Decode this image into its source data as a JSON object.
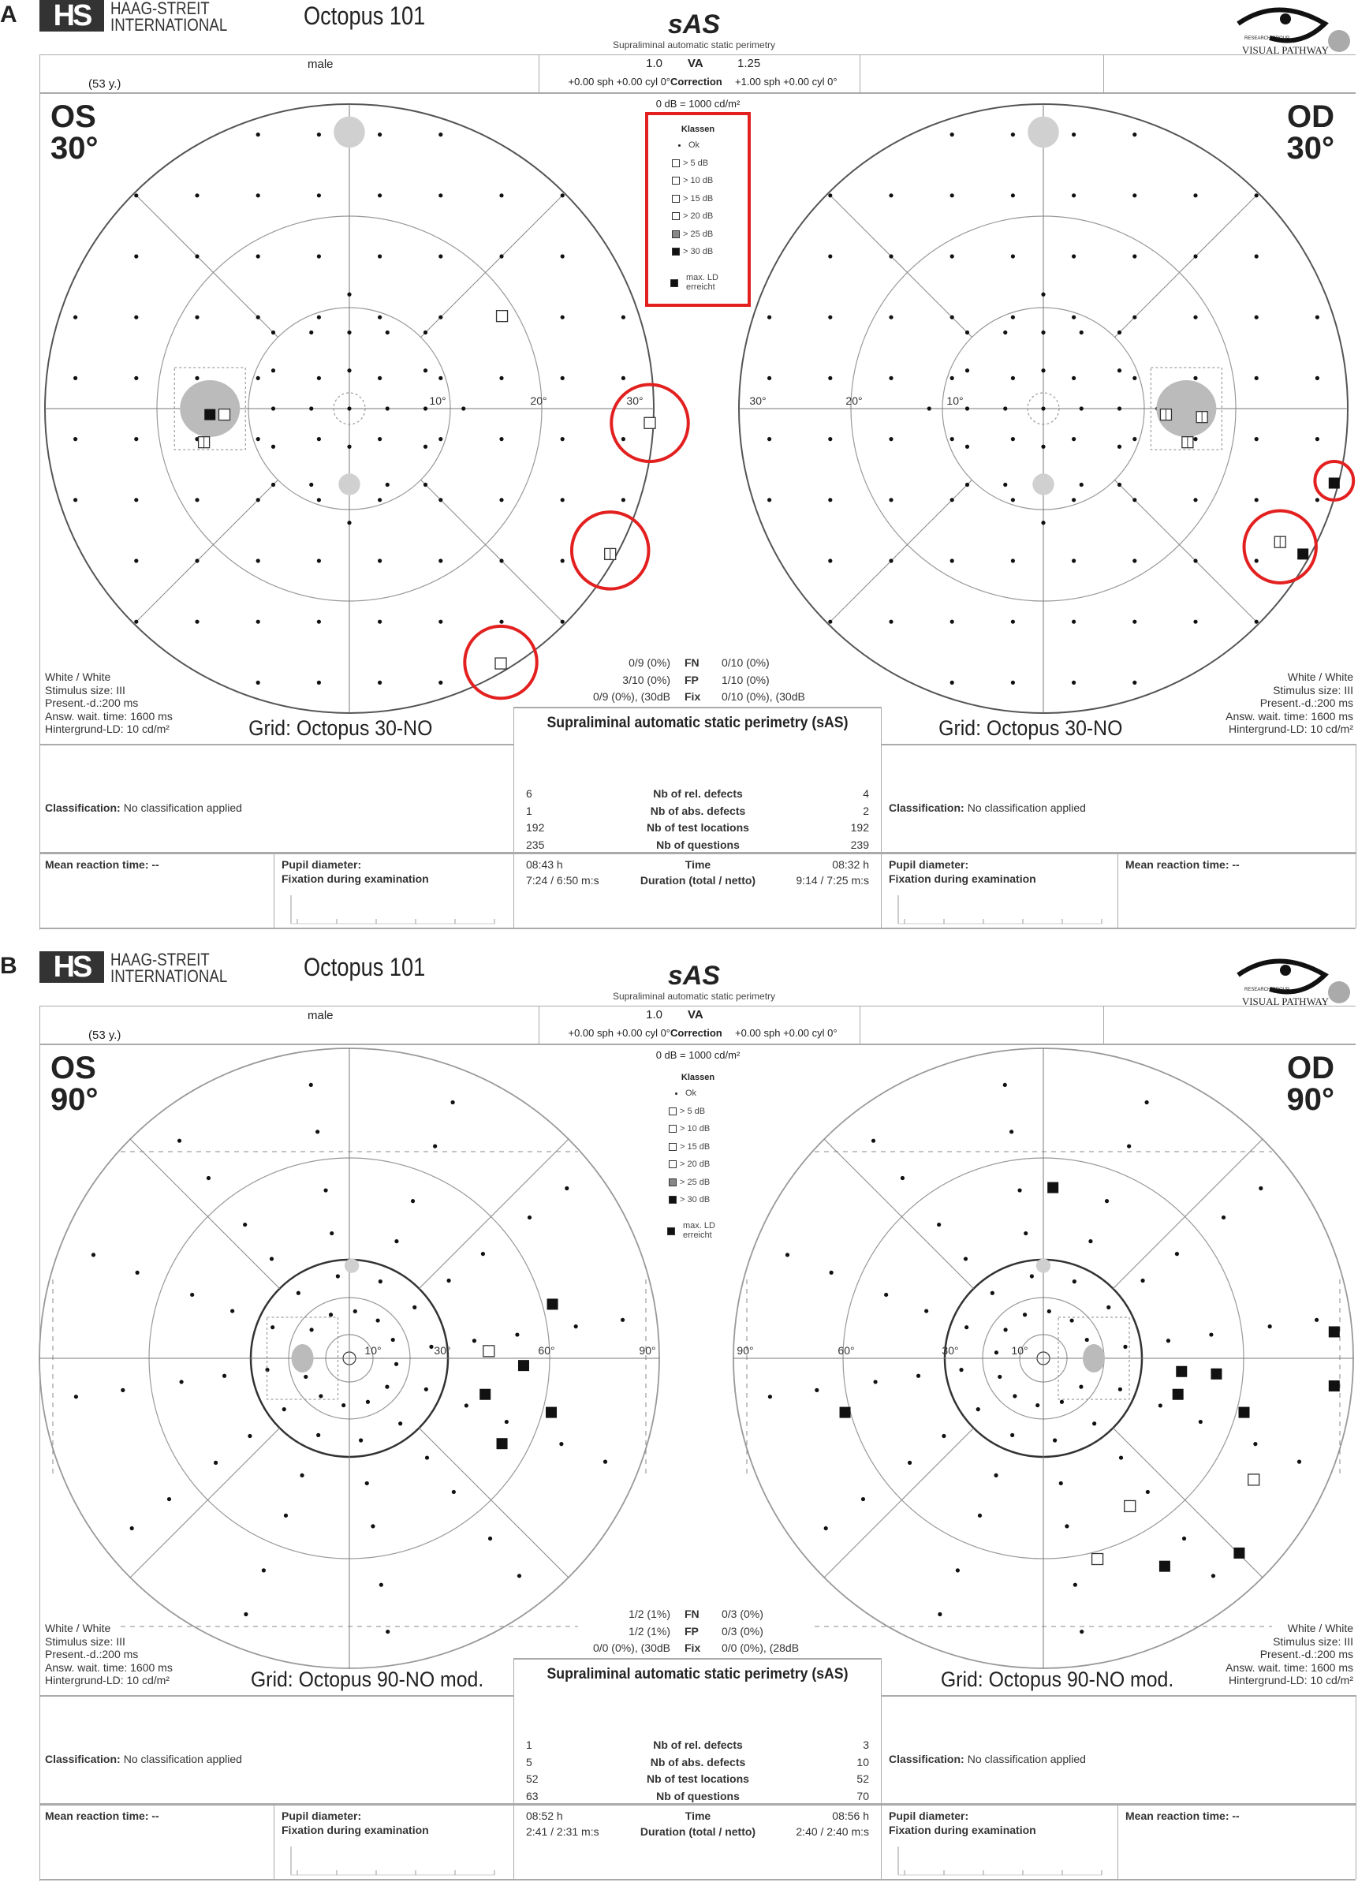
{
  "panels": [
    {
      "label": "A",
      "brand": {
        "logo": "HS",
        "line1": "HAAG-STREIT",
        "line2": "INTERNATIONAL"
      },
      "device": "Octopus 101",
      "program": "sAS",
      "program_sub": "Supraliminal automatic static perimetry",
      "partner_logo": {
        "small": "RESEARCH GROUP",
        "name": "VISUAL PATHWAY"
      },
      "patient": {
        "sex": "male",
        "age": "(53 y.)"
      },
      "va": {
        "os": "1.0",
        "label": "VA",
        "od": "1.25"
      },
      "correction": {
        "os": "+0.00 sph +0.00 cyl 0°",
        "label": "Correction",
        "od": "+1.00 sph +0.00 cyl 0°"
      },
      "luminance": "0 dB = 1000 cd/m²",
      "legend": {
        "title": "Klassen",
        "highlighted": true,
        "items": [
          "Ok",
          "> 5 dB",
          "> 10 dB",
          "> 15 dB",
          "> 20 dB",
          "> 25 dB",
          "> 30 dB"
        ],
        "max_ld_1": "max. LD",
        "max_ld_2": "erreicht"
      },
      "field_type": "30",
      "eyes": [
        {
          "name": "OS",
          "angle": "30°",
          "ticks": [
            "10°",
            "20°",
            "30°"
          ],
          "stimulus": [
            "White / White",
            "Stimulus size: III",
            "Present.-d.:200 ms",
            "Answ. wait. time: 1600 ms",
            "Hintergrund-LD: 10 cd/m²"
          ],
          "grid": "Grid: Octopus 30-NO"
        },
        {
          "name": "OD",
          "angle": "30°",
          "ticks": [
            "10°",
            "20°",
            "30°"
          ],
          "stimulus": [
            "White / White",
            "Stimulus size: III",
            "Present.-d.:200 ms",
            "Answ. wait. time: 1600 ms",
            "Hintergrund-LD: 10 cd/m²"
          ],
          "grid": "Grid: Octopus 30-NO"
        }
      ],
      "reliability": [
        {
          "os": "0/9 (0%)",
          "label": "FN",
          "od": "0/10 (0%)"
        },
        {
          "os": "3/10 (0%)",
          "label": "FP",
          "od": "1/10 (0%)"
        },
        {
          "os": "0/9 (0%), (30dB",
          "label": "Fix",
          "od": "0/10 (0%), (30dB"
        }
      ],
      "center_title": "Supraliminal automatic static perimetry (sAS)",
      "stats": [
        {
          "os": "6",
          "label": "Nb of rel. defects",
          "od": "4"
        },
        {
          "os": "1",
          "label": "Nb of abs. defects",
          "od": "2"
        },
        {
          "os": "192",
          "label": "Nb of test locations",
          "od": "192"
        },
        {
          "os": "235",
          "label": "Nb of questions",
          "od": "239"
        }
      ],
      "time": [
        {
          "os": "08:43 h",
          "label": "Time",
          "od": "08:32 h"
        },
        {
          "os": "7:24 / 6:50 m:s",
          "label": "Duration (total / netto)",
          "od": "9:14 / 7:25 m:s"
        }
      ],
      "classification_label": "Classification:",
      "classification": "No classification applied",
      "mean_reaction": "Mean reaction time: --",
      "pupil": "Pupil diameter:",
      "fixation": "Fixation during examination",
      "colors": {
        "highlight": "#e32020",
        "blind_spot": "#c8c8c8"
      }
    },
    {
      "label": "B",
      "brand": {
        "logo": "HS",
        "line1": "HAAG-STREIT",
        "line2": "INTERNATIONAL"
      },
      "device": "Octopus 101",
      "program": "sAS",
      "program_sub": "Supraliminal automatic static perimetry",
      "partner_logo": {
        "small": "RESEARCH GROUP",
        "name": "VISUAL PATHWAY"
      },
      "patient": {
        "sex": "male",
        "age": "(53 y.)"
      },
      "va": {
        "os": "1.0",
        "label": "VA",
        "od": ""
      },
      "correction": {
        "os": "+0.00 sph +0.00 cyl 0°",
        "label": "Correction",
        "od": "+0.00 sph +0.00 cyl 0°"
      },
      "luminance": "0 dB = 1000 cd/m²",
      "legend": {
        "title": "Klassen",
        "highlighted": false,
        "items": [
          "Ok",
          "> 5 dB",
          "> 10 dB",
          "> 15 dB",
          "> 20 dB",
          "> 25 dB",
          "> 30 dB"
        ],
        "max_ld_1": "max. LD",
        "max_ld_2": "erreicht"
      },
      "field_type": "90",
      "eyes": [
        {
          "name": "OS",
          "angle": "90°",
          "ticks": [
            "10°",
            "30°",
            "60°",
            "90°"
          ],
          "stimulus": [
            "White / White",
            "Stimulus size: III",
            "Present.-d.:200 ms",
            "Answ. wait. time: 1600 ms",
            "Hintergrund-LD: 10 cd/m²"
          ],
          "grid": "Grid: Octopus 90-NO mod."
        },
        {
          "name": "OD",
          "angle": "90°",
          "ticks": [
            "10°",
            "30°",
            "60°",
            "90°"
          ],
          "stimulus": [
            "White / White",
            "Stimulus size: III",
            "Present.-d.:200 ms",
            "Answ. wait. time: 1600 ms",
            "Hintergrund-LD: 10 cd/m²"
          ],
          "grid": "Grid: Octopus 90-NO mod."
        }
      ],
      "reliability": [
        {
          "os": "1/2 (1%)",
          "label": "FN",
          "od": "0/3 (0%)"
        },
        {
          "os": "1/2 (1%)",
          "label": "FP",
          "od": "0/3 (0%)"
        },
        {
          "os": "0/0 (0%), (30dB",
          "label": "Fix",
          "od": "0/0 (0%), (28dB"
        }
      ],
      "center_title": "Supraliminal automatic static perimetry (sAS)",
      "stats": [
        {
          "os": "1",
          "label": "Nb of rel. defects",
          "od": "3"
        },
        {
          "os": "5",
          "label": "Nb of abs. defects",
          "od": "10"
        },
        {
          "os": "52",
          "label": "Nb of test locations",
          "od": "52"
        },
        {
          "os": "63",
          "label": "Nb of questions",
          "od": "70"
        }
      ],
      "time": [
        {
          "os": "08:52 h",
          "label": "Time",
          "od": "08:56 h"
        },
        {
          "os": "2:41 / 2:31 m:s",
          "label": "Duration (total / netto)",
          "od": "2:40 / 2:40 m:s"
        }
      ],
      "classification_label": "Classification:",
      "classification": "No classification applied",
      "mean_reaction": "Mean reaction time: --",
      "pupil": "Pupil diameter:",
      "fixation": "Fixation during examination",
      "colors": {
        "highlight": "#e32020",
        "blind_spot": "#c8c8c8"
      }
    }
  ]
}
